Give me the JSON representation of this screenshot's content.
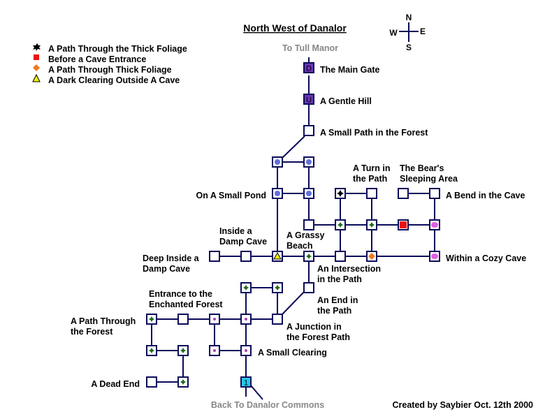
{
  "title": "North West of Danalor",
  "compass": {
    "n": "N",
    "s": "S",
    "e": "E",
    "w": "W"
  },
  "colors": {
    "line": "#0b0b5a",
    "room_fill": "#ffffff",
    "gate_fill": "#6a35b5",
    "exit_fill": "#22c8e8",
    "blue_dot": "#6070e0",
    "green_dot": "#1a6b1a",
    "pink_dot": "#e060e0",
    "small_pink_dot": "#b040b0",
    "black_dot": "#000000",
    "red_square": "#ee1111",
    "orange_diamond": "#f07a20",
    "yellow_triangle": "#f6f100"
  },
  "legend": [
    {
      "icon": "black-star-icon",
      "label": "A Path Through the Thick Foliage"
    },
    {
      "icon": "red-square-icon",
      "label": "Before a Cave Entrance"
    },
    {
      "icon": "orange-diamond-icon",
      "label": "A Path Through Thick Foliage"
    },
    {
      "icon": "yellow-triangle-icon",
      "label": "A Dark Clearing Outside A Cave"
    }
  ],
  "exits": {
    "north": "To Tull Manor",
    "south": "Back To Danalor Commons"
  },
  "room_letters": {
    "main_gate": "D",
    "gentle_hill": "U",
    "start": "1"
  },
  "labels": {
    "main_gate": "The Main Gate",
    "gentle_hill": "A Gentle Hill",
    "small_path": "A Small Path in the Forest",
    "turn_1": "A Turn in",
    "turn_2": "the Path",
    "bear_1": "The Bear's",
    "bear_2": "Sleeping Area",
    "bend_cave": "A Bend in the Cave",
    "small_pond": "On A Small Pond",
    "inside_damp_1": "Inside a",
    "inside_damp_2": "Damp Cave",
    "grassy_1": "A Grassy",
    "grassy_2": "Beach",
    "deep_inside_1": "Deep Inside a",
    "deep_inside_2": "Damp Cave",
    "cozy_cave": "Within a Cozy Cave",
    "intersection_1": "An Intersection",
    "intersection_2": "in the Path",
    "entrance_1": "Entrance to the",
    "entrance_2": "Enchanted Forest",
    "end_1": "An End in",
    "end_2": "the Path",
    "path_forest_1": "A Path Through",
    "path_forest_2": "the Forest",
    "junction_1": "A Junction in",
    "junction_2": "the Forest Path",
    "small_clearing": "A Small Clearing",
    "dead_end": "A Dead End"
  },
  "credit": "Created by Saybier Oct. 12th 2000"
}
